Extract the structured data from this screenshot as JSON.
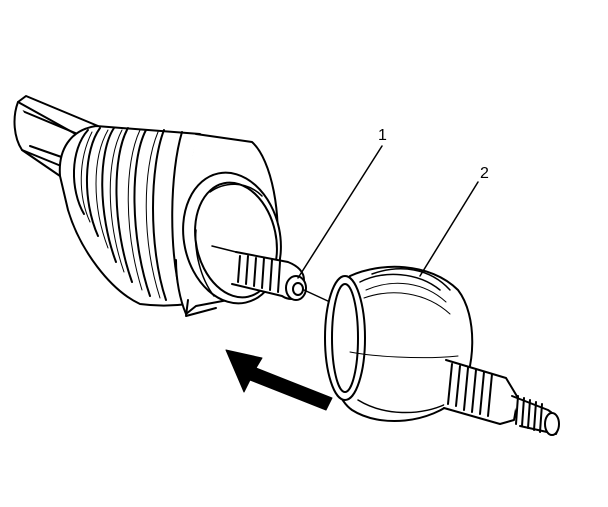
{
  "callouts": [
    {
      "id": "1",
      "label": "1"
    },
    {
      "id": "2",
      "label": "2"
    }
  ],
  "colors": {
    "line": "#000000",
    "fill": "#ffffff"
  }
}
